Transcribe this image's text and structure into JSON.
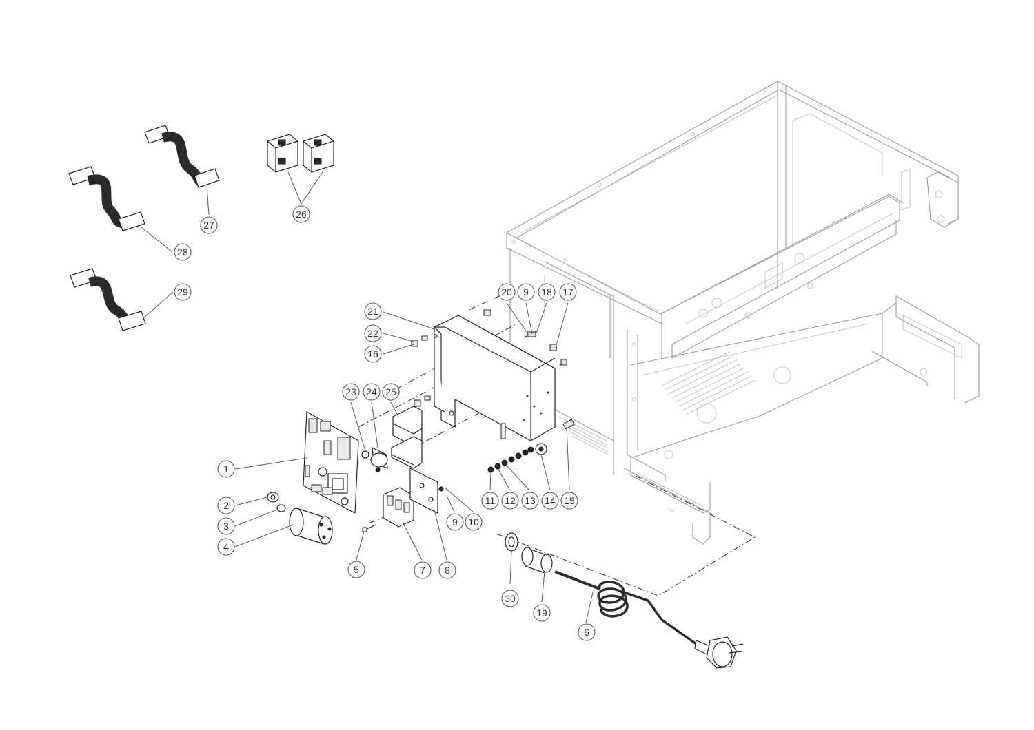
{
  "callouts": {
    "c1": "1",
    "c2": "2",
    "c3": "3",
    "c4": "4",
    "c5": "5",
    "c6": "6",
    "c7": "7",
    "c8": "8",
    "c9a": "9",
    "c9b": "9",
    "c10": "10",
    "c11": "11",
    "c12": "12",
    "c13": "13",
    "c14": "14",
    "c15": "15",
    "c16": "16",
    "c17": "17",
    "c18": "18",
    "c19": "19",
    "c20": "20",
    "c21": "21",
    "c22": "22",
    "c23": "23",
    "c24": "24",
    "c25": "25",
    "c26": "26",
    "c27": "27",
    "c28": "28",
    "c29": "29",
    "c30": "30"
  },
  "colors": {
    "frame": "#9a9a9a",
    "parts": "#222222",
    "cable": "#2a2a2a",
    "callout_border": "#555555"
  }
}
